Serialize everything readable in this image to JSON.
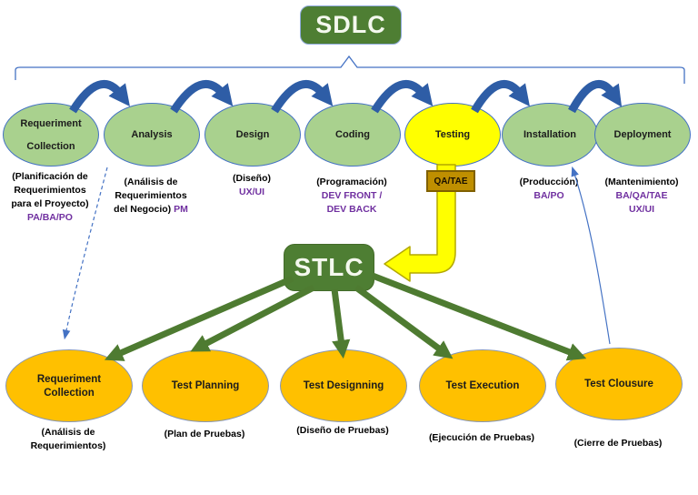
{
  "header": {
    "sdlc_title": "SDLC",
    "stlc_title": "STLC"
  },
  "sdlc_phases": [
    {
      "title": "Requeriment",
      "title2": "Collection",
      "notes": [
        {
          "text": "(Planificación de"
        },
        {
          "text": "Requerimientos"
        },
        {
          "text": "para el Proyecto)"
        },
        {
          "role": "PA/BA/PO"
        }
      ]
    },
    {
      "title": "Analysis",
      "notes": [
        {
          "text": "(Análisis de"
        },
        {
          "text": "Requerimientos"
        },
        {
          "text": "del Negocio) ",
          "role": "PM"
        }
      ]
    },
    {
      "title": "Design",
      "notes": [
        {
          "text": "(Diseño)"
        },
        {
          "role": "UX/UI"
        }
      ]
    },
    {
      "title": "Coding",
      "notes": [
        {
          "text": "(Programación)"
        },
        {
          "role": "DEV FRONT /"
        },
        {
          "role": "DEV BACK"
        }
      ]
    },
    {
      "title": "Testing",
      "badge": "QA/TAE",
      "notes": []
    },
    {
      "title": "Installation",
      "notes": [
        {
          "text": "(Producción)"
        },
        {
          "role": "BA/PO"
        }
      ]
    },
    {
      "title": "Deployment",
      "notes": [
        {
          "text": "(Mantenimiento)"
        },
        {
          "role": "BA/QA/TAE"
        },
        {
          "role": "UX/UI"
        }
      ]
    }
  ],
  "stlc_phases": [
    {
      "title": "Requeriment",
      "title2": "Collection",
      "notes": [
        {
          "text": "(Análisis de"
        },
        {
          "text": "Requerimientos)"
        }
      ]
    },
    {
      "title": "Test Planning",
      "notes": [
        {
          "text": "(Plan de Pruebas)"
        }
      ]
    },
    {
      "title": "Test Designning",
      "notes": [
        {
          "text": "(Diseño de Pruebas)"
        }
      ]
    },
    {
      "title": "Test Execution",
      "notes": [
        {
          "text": "(Ejecución de Pruebas)"
        }
      ]
    },
    {
      "title": "Test Clousure",
      "notes": [
        {
          "text": "(Cierre de Pruebas)"
        }
      ]
    }
  ],
  "colors": {
    "phase_green": "#a9d18e",
    "testing_yellow": "#ffff00",
    "stlc_orange": "#ffc000",
    "box_green": "#4e7e33",
    "role_purple": "#7030a0",
    "arrow_blue": "#2e5da6",
    "arrow_green": "#4e7b31",
    "badge_gold": "#bf8f00",
    "connector_thin_blue": "#4472c4"
  }
}
